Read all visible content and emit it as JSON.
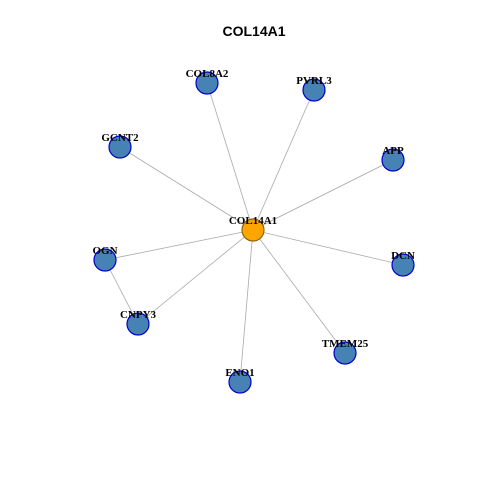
{
  "title": "COL14A1",
  "colors": {
    "hub_fill": "#FFA500",
    "hub_stroke": "#8B6508",
    "node_fill": "#4682B4",
    "node_stroke": "#0000CD",
    "edge": "#AAAAAA",
    "label": "#000000"
  },
  "graph": {
    "hub": "COL14A1",
    "nodes": [
      {
        "id": "COL14A1",
        "role": "hub"
      },
      {
        "id": "COL8A2",
        "role": "neighbor"
      },
      {
        "id": "PVRL3",
        "role": "neighbor"
      },
      {
        "id": "GCNT2",
        "role": "neighbor"
      },
      {
        "id": "APP",
        "role": "neighbor"
      },
      {
        "id": "OGN",
        "role": "neighbor"
      },
      {
        "id": "DCN",
        "role": "neighbor"
      },
      {
        "id": "CNPY3",
        "role": "neighbor"
      },
      {
        "id": "TMEM25",
        "role": "neighbor"
      },
      {
        "id": "ENO1",
        "role": "neighbor"
      }
    ],
    "edges": [
      [
        "COL14A1",
        "COL8A2"
      ],
      [
        "COL14A1",
        "PVRL3"
      ],
      [
        "COL14A1",
        "GCNT2"
      ],
      [
        "COL14A1",
        "APP"
      ],
      [
        "COL14A1",
        "OGN"
      ],
      [
        "COL14A1",
        "DCN"
      ],
      [
        "COL14A1",
        "CNPY3"
      ],
      [
        "COL14A1",
        "TMEM25"
      ],
      [
        "COL14A1",
        "ENO1"
      ],
      [
        "OGN",
        "CNPY3"
      ]
    ]
  }
}
